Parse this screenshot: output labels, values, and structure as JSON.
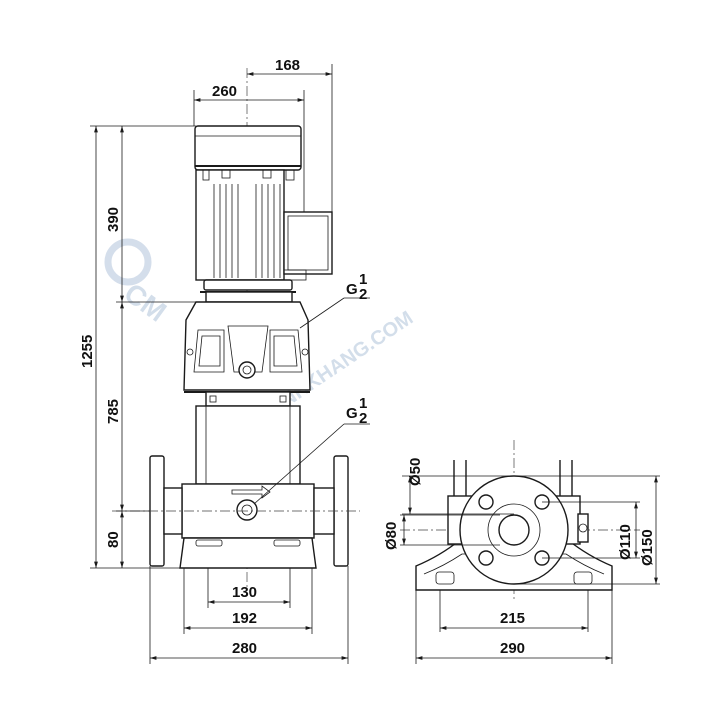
{
  "watermark": {
    "site": "MINHKHANG.COM",
    "logo_letters": "CM"
  },
  "side_view": {
    "dimensions": {
      "top_168": "168",
      "top_260": "260",
      "height_390": "390",
      "height_1255": "1255",
      "height_785": "785",
      "height_80": "80",
      "base_130": "130",
      "base_192": "192",
      "base_280": "280"
    },
    "labels": {
      "g_main_1": "G",
      "g_sup_1": "1",
      "g_sub_1": "2",
      "g_main_2": "G",
      "g_sup_2": "1",
      "g_sub_2": "2"
    }
  },
  "top_view": {
    "dimensions": {
      "dia_50": "Ø50",
      "dia_80": "Ø80",
      "dia_110": "Ø110",
      "dia_150": "Ø150",
      "width_215": "215",
      "width_290": "290"
    }
  }
}
